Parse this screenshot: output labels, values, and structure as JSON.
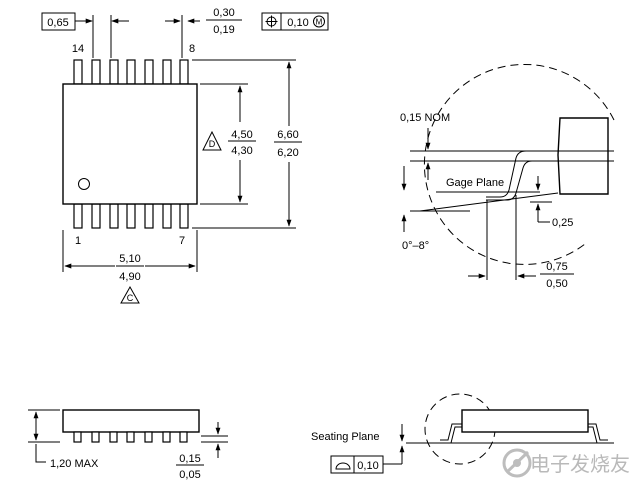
{
  "top_view": {
    "pitch": "0,65",
    "lead_width_max": "0,30",
    "lead_width_min": "0,19",
    "tolerance_value": "0,10",
    "tolerance_modifier": "M",
    "pin_label_14": "14",
    "pin_label_8": "8",
    "pin_label_1": "1",
    "pin_label_7": "7",
    "body_width_max": "4,50",
    "body_width_min": "4,30",
    "datum_d": "D",
    "overall_width_max": "6,60",
    "overall_width_min": "6,20",
    "body_length_max": "5,10",
    "body_length_min": "4,90",
    "datum_c": "C"
  },
  "detail_view": {
    "nom_label": "0,15 NOM",
    "gage_plane": "Gage Plane",
    "gage_height": "0,25",
    "angle_label": "0°–8°",
    "foot_length_max": "0,75",
    "foot_length_min": "0,50"
  },
  "side_view": {
    "height_label": "1,20 MAX",
    "standoff_max": "0,15",
    "standoff_min": "0,05",
    "seating_plane": "Seating Plane",
    "flatness_value": "0,10"
  },
  "watermark": "电子发烧友"
}
